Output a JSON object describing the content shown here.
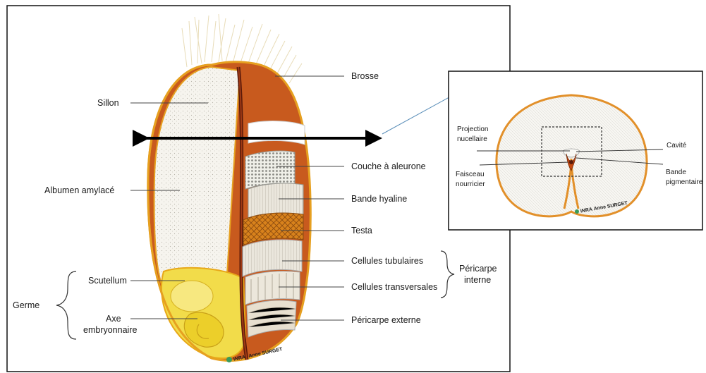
{
  "main_diagram": {
    "labels": {
      "sillon": "Sillon",
      "brosse": "Brosse",
      "couche_aleurone": "Couche à aleurone",
      "albumen": "Albumen amylacé",
      "bande_hyaline": "Bande hyaline",
      "testa": "Testa",
      "cellules_tubulaires": "Cellules tubulaires",
      "cellules_transversales": "Cellules transversales",
      "pericarpe_interne_1": "Péricarpe",
      "pericarpe_interne_2": "interne",
      "scutellum": "Scutellum",
      "germe": "Germe",
      "axe_1": "Axe",
      "axe_2": "embryonnaire",
      "pericarpe_externe": "Péricarpe externe"
    },
    "logo": {
      "org": "INRA",
      "author": "Anne SURGET"
    }
  },
  "cross_section": {
    "labels": {
      "projection_1": "Projection",
      "projection_2": "nucellaire",
      "faisceau_1": "Faisceau",
      "faisceau_2": "nourricier",
      "cavite": "Cavité",
      "bande_1": "Bande",
      "bande_2": "pigmentaire"
    },
    "logo": {
      "org": "INRA",
      "author": "Anne SURGET"
    }
  },
  "colors": {
    "albumen_fill": "#f4f1ea",
    "seed_outline": "#e6a020",
    "pericarp_orange": "#c8501a",
    "germ_yellow": "#f2dc4a",
    "frame": "#111111",
    "connector_line": "#5b8fb9"
  }
}
